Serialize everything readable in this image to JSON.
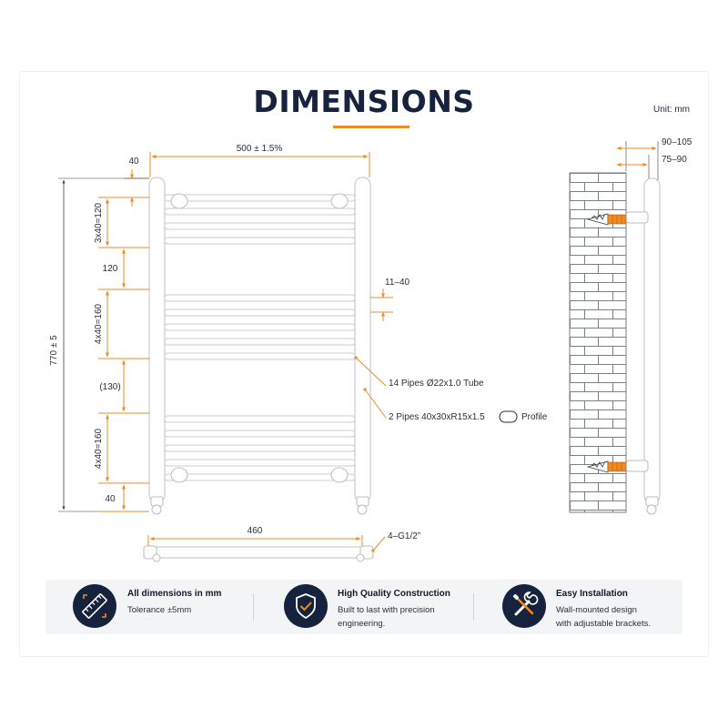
{
  "title": "DIMENSIONS",
  "unit_label": "Unit: mm",
  "colors": {
    "accent": "#f08a24",
    "navy": "#16233f",
    "brick": "#7a7f86"
  },
  "front_view": {
    "width_label": "500 ± 1.5%",
    "top_offset_label": "40",
    "height_label": "770 ± 5",
    "bottom_offset_label": "40",
    "group_labels": [
      "3x40=120",
      "120",
      "4x40=160",
      "(130)",
      "4x40=160"
    ],
    "gap_label": "11–40",
    "pipes_label": "14 Pipes  Ø22x1.0 Tube",
    "profile_label": "2 Pipes  40x30xR15x1.5",
    "profile_word": "Profile"
  },
  "bottom_view": {
    "width_label": "460",
    "connection_label": "4–G1/2”"
  },
  "side_view": {
    "outer_label": "90–105",
    "inner_label": "75–90"
  },
  "features": [
    {
      "icon": "ruler-icon",
      "title": "All dimensions in mm",
      "desc": [
        "Tolerance ±5mm"
      ]
    },
    {
      "icon": "shield-check-icon",
      "title": "High Quality Construction",
      "desc": [
        "Built to last with precision",
        "engineering."
      ]
    },
    {
      "icon": "tools-icon",
      "title": "Easy Installation",
      "desc": [
        "Wall-mounted design",
        "with adjustable brackets."
      ]
    }
  ]
}
